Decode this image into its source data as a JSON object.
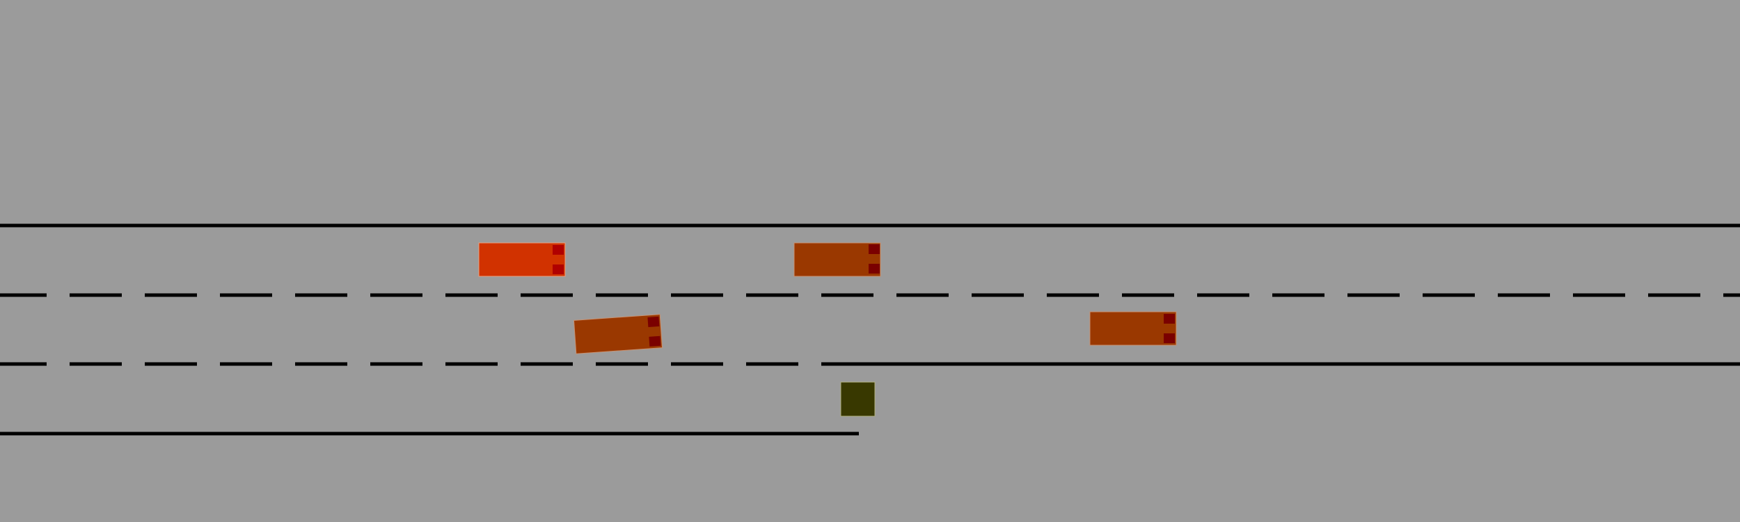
{
  "scene": {
    "type": "highway-driving-simulation",
    "background_color": "#9b9b9b",
    "lane_marking_color": "#000000",
    "lanes": 3,
    "merge_lane_ends": true
  },
  "vehicles": [
    {
      "role": "ego-vehicle",
      "color": "#d13200",
      "tail_light_color": "#b00000",
      "heading": "right"
    },
    {
      "role": "other-vehicle",
      "color": "#9a3800",
      "tail_light_color": "#7a0000",
      "heading": "right"
    },
    {
      "role": "other-vehicle",
      "color": "#9a3800",
      "tail_light_color": "#7a0000",
      "heading": "right",
      "changing_lane": true
    },
    {
      "role": "other-vehicle",
      "color": "#9a3800",
      "tail_light_color": "#7a0000",
      "heading": "right"
    }
  ],
  "obstacles": [
    {
      "role": "static-obstacle",
      "color": "#383800"
    }
  ]
}
